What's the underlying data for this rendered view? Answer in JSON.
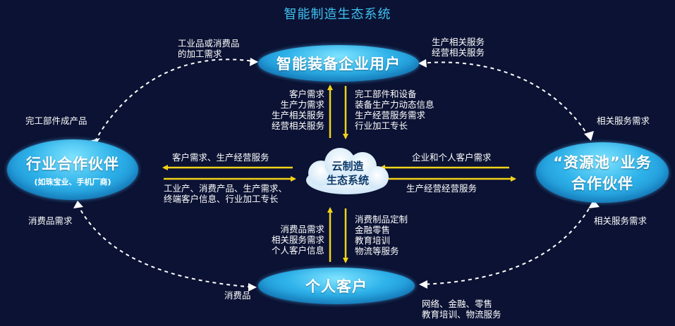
{
  "title": "智能制造生态系统",
  "nodes": {
    "top": {
      "label": "智能装备企业用户"
    },
    "left": {
      "label": "行业合作伙伴",
      "sub": "(如珠宝业、手机厂商)"
    },
    "right": {
      "label_line1": "“资源池”业务",
      "label_line2": "合作伙伴"
    },
    "bottom": {
      "label": "个人客户"
    },
    "center": {
      "line1": "云制造",
      "line2": "生态系统"
    }
  },
  "labels": {
    "top_left": [
      "工业品或消费品",
      "的加工需求"
    ],
    "top_right": [
      "生产相关服务",
      "经营相关服务"
    ],
    "left_upper": [
      "完工部件成产品"
    ],
    "right_upper": [
      "相关服务需求"
    ],
    "left_lower": [
      "消费品需求"
    ],
    "right_lower": [
      "相关服务需求"
    ],
    "bottom_left": [
      "消费品"
    ],
    "bottom_right": [
      "网络、金融、零售",
      "教育培训、物流服务"
    ],
    "up_to_top": [
      "客户需求",
      "生产力需求",
      "生产相关服务",
      "经营相关服务"
    ],
    "down_from_top": [
      "完工部件和设备",
      "装备生产力动态信息",
      "生产经营服务需求",
      "行业加工专长"
    ],
    "to_left_top": [
      "客户需求、生产经营服务"
    ],
    "to_left_bottom": [
      "工业产、消费产品、生产需求、",
      "终端客户信息、行业加工专长"
    ],
    "from_right_top": [
      "企业和个人客户需求"
    ],
    "to_right_bottom": [
      "生产经营经营服务"
    ],
    "up_from_bottom": [
      "消费品需求",
      "相关服务需求",
      "个人客户信息"
    ],
    "down_to_bottom": [
      "消费制品定制",
      "金融零售",
      "教育培训",
      "物流等服务"
    ]
  },
  "colors": {
    "background": "#0b1233",
    "node_blue": "#2fb3ea",
    "title_blue": "#3fc1f0",
    "arrow_yellow": "#f2d31a",
    "dashed_white": "#ffffff"
  }
}
